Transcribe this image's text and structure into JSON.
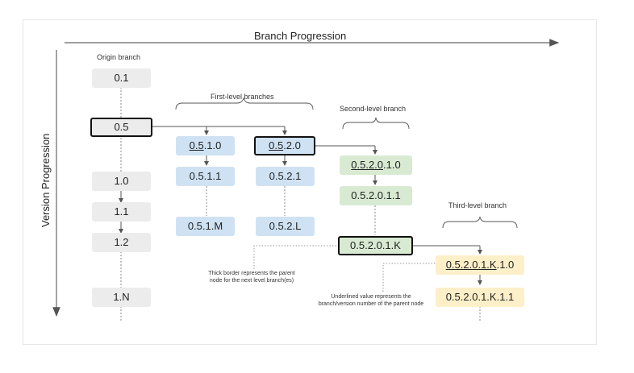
{
  "axes": {
    "horizontal": "Branch Progression",
    "vertical": "Version Progression"
  },
  "labels": {
    "origin": "Origin branch",
    "first_level": "First-level branches",
    "second_level": "Second-level branch",
    "third_level": "Third-level branch"
  },
  "notes": {
    "thick": "Thick border represents the parent\nnode for the next level branch(es)",
    "underline": "Underlined value represents the\nbranch/version number of the parent node"
  },
  "nodes": {
    "n01": "0.1",
    "n05": "0.5",
    "n10": "1.0",
    "n11": "1.1",
    "n12": "1.2",
    "n1N": "1.N",
    "a_u": "0.5",
    "a_r": ".1.0",
    "a2": "0.5.1.1",
    "aM": "0.5.1.M",
    "b_u": "0.5",
    "b_r": ".2.0",
    "b2": "0.5.2.1",
    "bL": "0.5.2.L",
    "c_u": "0.5.2.0",
    "c_r": ".1.0",
    "c2": "0.5.2.0.1.1",
    "cK": "0.5.2.0.1.K",
    "d_u": "0.5.2.0.1.K",
    "d_r": ".1.0",
    "d2": "0.5.2.0.1.K.1.1"
  },
  "colors": {
    "origin": "#ececec",
    "first_level": "#cfe2f3",
    "second_level": "#d9ead3",
    "third_level": "#fdf0c8"
  }
}
